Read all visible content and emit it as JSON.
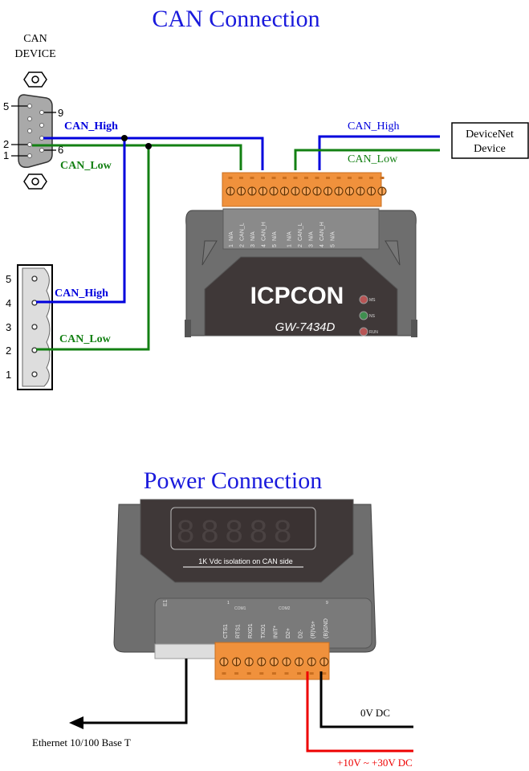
{
  "can_section": {
    "title": "CAN Connection",
    "can_device_label_1": "CAN",
    "can_device_label_2": "DEVICE",
    "db9_pins": [
      "5",
      "9",
      "2",
      "6",
      "1"
    ],
    "terminal_pins": [
      "5",
      "4",
      "3",
      "2",
      "1"
    ],
    "can_high": "CAN_High",
    "can_low": "CAN_Low",
    "devicenet_line1": "DeviceNet",
    "devicenet_line2": "Device",
    "terminal_labels": [
      "N/A",
      "CAN_L",
      "N/A",
      "CAN_H",
      "N/A",
      "N/A",
      "CAN_L",
      "N/A",
      "CAN_H",
      "N/A"
    ],
    "terminal_numbers": [
      "1",
      "2",
      "3",
      "4",
      "5",
      "1",
      "2",
      "3",
      "4",
      "5"
    ],
    "brand": "ICPCON",
    "model": "GW-7434D",
    "leds": [
      {
        "label": "MS",
        "color": "#b85555"
      },
      {
        "label": "NS",
        "color": "#3f8f4f"
      },
      {
        "label": "RUN",
        "color": "#b85555"
      }
    ]
  },
  "power_section": {
    "title": "Power Connection",
    "isolation_note": "1K Vdc isolation on CAN side",
    "e1_label": "E1",
    "com1": "COM1",
    "com2": "COM2",
    "pin_labels": [
      "CTS1",
      "RTS1",
      "RXD1",
      "TXD1",
      "INIT*",
      "D2+",
      "D2-",
      "(R)Vs+",
      "(B)GND"
    ],
    "pin_first": "1",
    "pin_last": "9",
    "ground_label": "0V DC",
    "supply_label": "+10V ~ +30V DC",
    "ethernet_label": "Ethernet 10/100 Base T"
  },
  "colors": {
    "title": "#1a1adc",
    "can_high": "#0000dd",
    "can_low": "#138013",
    "power_pos": "#ee0000",
    "terminal": "#f0913c",
    "device": "#6e6e6e"
  }
}
